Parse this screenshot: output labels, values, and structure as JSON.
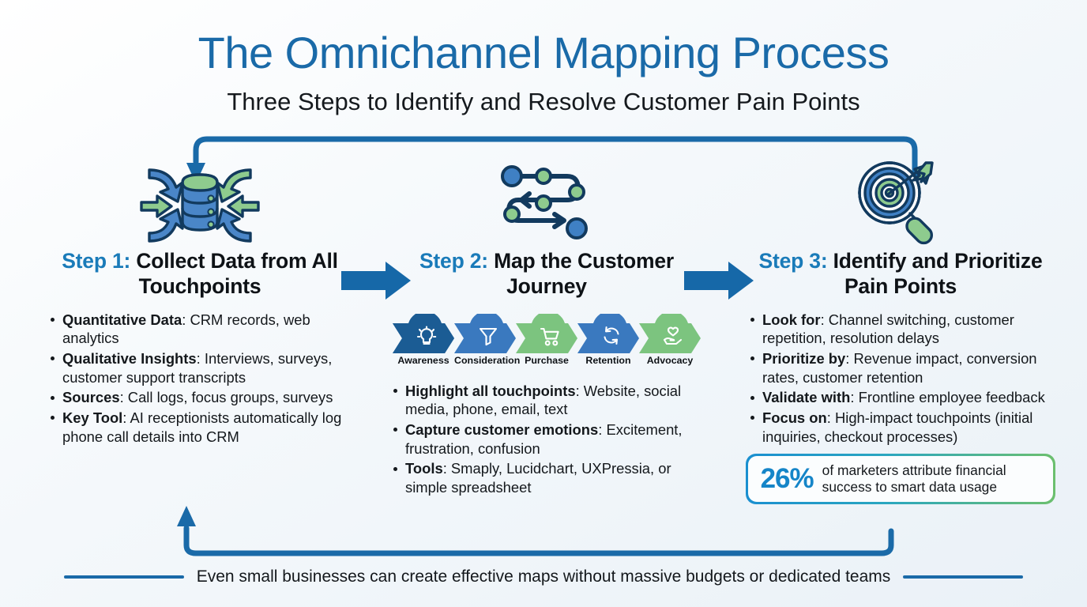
{
  "header": {
    "title": "The Omnichannel Mapping Process",
    "subtitle": "Three Steps to Identify and Resolve Customer Pain Points"
  },
  "colors": {
    "brand_blue": "#1a6aa8",
    "step_label_blue": "#1a7bb9",
    "accent_green": "#7cc47f",
    "arrow_blue": "#1668a8",
    "stat_blue": "#1585c8",
    "background": "#f4f8fb"
  },
  "steps": [
    {
      "label": "Step 1:",
      "title": "Collect Data from All Touchpoints",
      "icon": "database-inflow-icon",
      "bullets": [
        {
          "lead": "Quantitative Data",
          "text": ": CRM records, web analytics"
        },
        {
          "lead": "Qualitative Insights",
          "text": ": Interviews, surveys, customer support transcripts"
        },
        {
          "lead": "Sources",
          "text": ": Call logs, focus groups, surveys"
        },
        {
          "lead": "Key Tool",
          "text": ": AI receptionists automatically log phone call details into CRM"
        }
      ]
    },
    {
      "label": "Step 2:",
      "title": "Map the Customer Journey",
      "icon": "journey-path-icon",
      "bullets": [
        {
          "lead": "Highlight all touchpoints",
          "text": ": Website, social media, phone, email, text"
        },
        {
          "lead": "Capture customer emotions",
          "text": ": Excitement, frustration, confusion"
        },
        {
          "lead": "Tools",
          "text": ": Smaply, Lucidchart, UXPressia, or simple spreadsheet"
        }
      ]
    },
    {
      "label": "Step 3:",
      "title": "Identify and Prioritize Pain Points",
      "icon": "target-magnifier-icon",
      "bullets": [
        {
          "lead": "Look for",
          "text": ": Channel switching, customer repetition, resolution delays"
        },
        {
          "lead": "Prioritize by",
          "text": ": Revenue impact, conversion rates, customer retention"
        },
        {
          "lead": "Validate with",
          "text": ": Frontline employee feedback"
        },
        {
          "lead": "Focus on",
          "text": ": High-impact touchpoints (initial inquiries, checkout processes)"
        }
      ]
    }
  ],
  "journey": {
    "stages": [
      {
        "label": "Awareness",
        "icon": "lightbulb-icon",
        "color": "#1b5c94"
      },
      {
        "label": "Consideration",
        "icon": "funnel-icon",
        "color": "#3a79bf"
      },
      {
        "label": "Purchase",
        "icon": "cart-icon",
        "color": "#7cc47f"
      },
      {
        "label": "Retention",
        "icon": "refresh-icon",
        "color": "#3a79bf"
      },
      {
        "label": "Advocacy",
        "icon": "hand-heart-icon",
        "color": "#7cc47f"
      }
    ]
  },
  "stat": {
    "value": "26%",
    "line1": "of marketers attribute financial",
    "line2": "success to smart data usage"
  },
  "footer": {
    "text": "Even small businesses can create effective maps without massive budgets or dedicated teams"
  }
}
